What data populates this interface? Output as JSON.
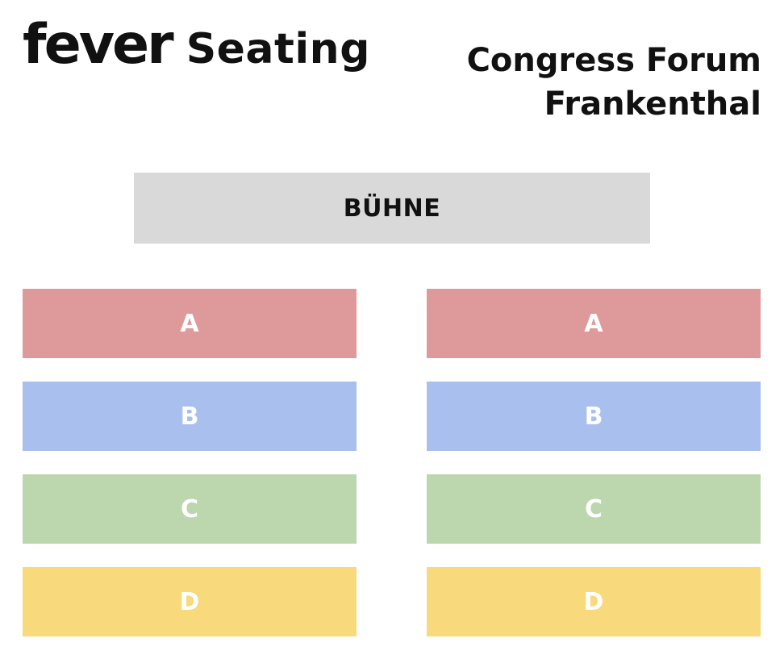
{
  "brand": {
    "logo_text": "fever",
    "suffix": "Seating"
  },
  "venue": {
    "line1": "Congress Forum",
    "line2": "Frankenthal"
  },
  "stage": {
    "label": "BÜHNE"
  },
  "sections": {
    "left": [
      {
        "label": "A",
        "color": "#de9a9a"
      },
      {
        "label": "B",
        "color": "#a9bfee"
      },
      {
        "label": "C",
        "color": "#bcd7ae"
      },
      {
        "label": "D",
        "color": "#f8d97b"
      }
    ],
    "right": [
      {
        "label": "A",
        "color": "#de9a9a"
      },
      {
        "label": "B",
        "color": "#a9bfee"
      },
      {
        "label": "C",
        "color": "#bcd7ae"
      },
      {
        "label": "D",
        "color": "#f8d97b"
      }
    ]
  }
}
